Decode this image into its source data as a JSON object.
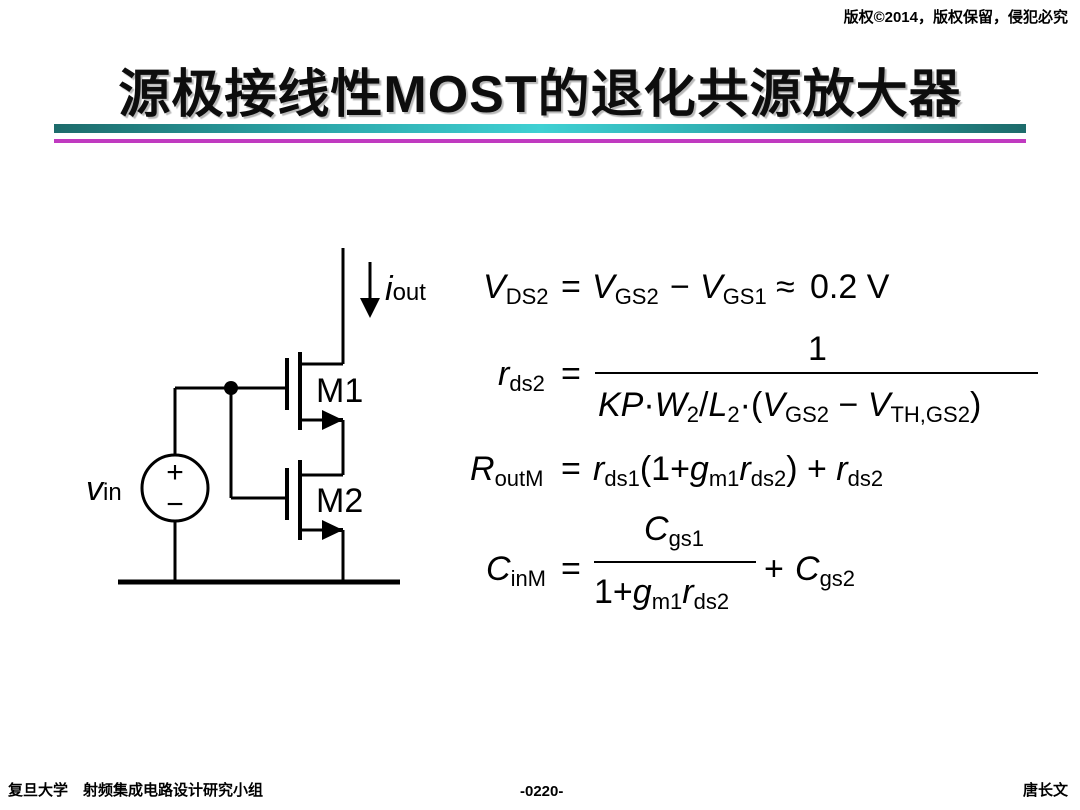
{
  "header": {
    "copyright": "版权©2014，版权保留，侵犯必究",
    "title_part1": "源极接线性",
    "title_latin": "MOST",
    "title_part2": "的退化共源放大器"
  },
  "circuit": {
    "current_label_main": "i",
    "current_label_sub": "out",
    "transistor1_label": "M1",
    "transistor2_label": "M2",
    "source_label_main": "v",
    "source_label_sub": "in",
    "source_plus": "+",
    "source_minus": "−"
  },
  "equations": {
    "eq1": {
      "lhs_var": "V",
      "lhs_sub": "DS2",
      "t1_var": "V",
      "t1_sub": "GS2",
      "t2_var": "V",
      "t2_sub": "GS1",
      "approx": "≈",
      "value": "0.2 V"
    },
    "eq2": {
      "lhs_var": "r",
      "lhs_sub": "ds2",
      "numerator": "1",
      "kp": "KP",
      "w_var": "W",
      "w_sub": "2",
      "l_var": "L",
      "l_sub": "2",
      "v1_var": "V",
      "v1_sub": "GS2",
      "v2_var": "V",
      "v2_sub": "TH,GS2"
    },
    "eq3": {
      "lhs_var": "R",
      "lhs_sub": "outM",
      "r1_var": "r",
      "r1_sub": "ds1",
      "one": "1",
      "g_var": "g",
      "g_sub": "m1",
      "r2_var": "r",
      "r2_sub": "ds2",
      "r3_var": "r",
      "r3_sub": "ds2"
    },
    "eq4": {
      "lhs_var": "C",
      "lhs_sub": "inM",
      "num_var": "C",
      "num_sub": "gs1",
      "one": "1",
      "g_var": "g",
      "g_sub": "m1",
      "r_var": "r",
      "r_sub": "ds2",
      "c2_var": "C",
      "c2_sub": "gs2"
    }
  },
  "footer": {
    "left": "复旦大学　射频集成电路设计研究小组",
    "center": "-0220-",
    "right": "唐长文"
  }
}
